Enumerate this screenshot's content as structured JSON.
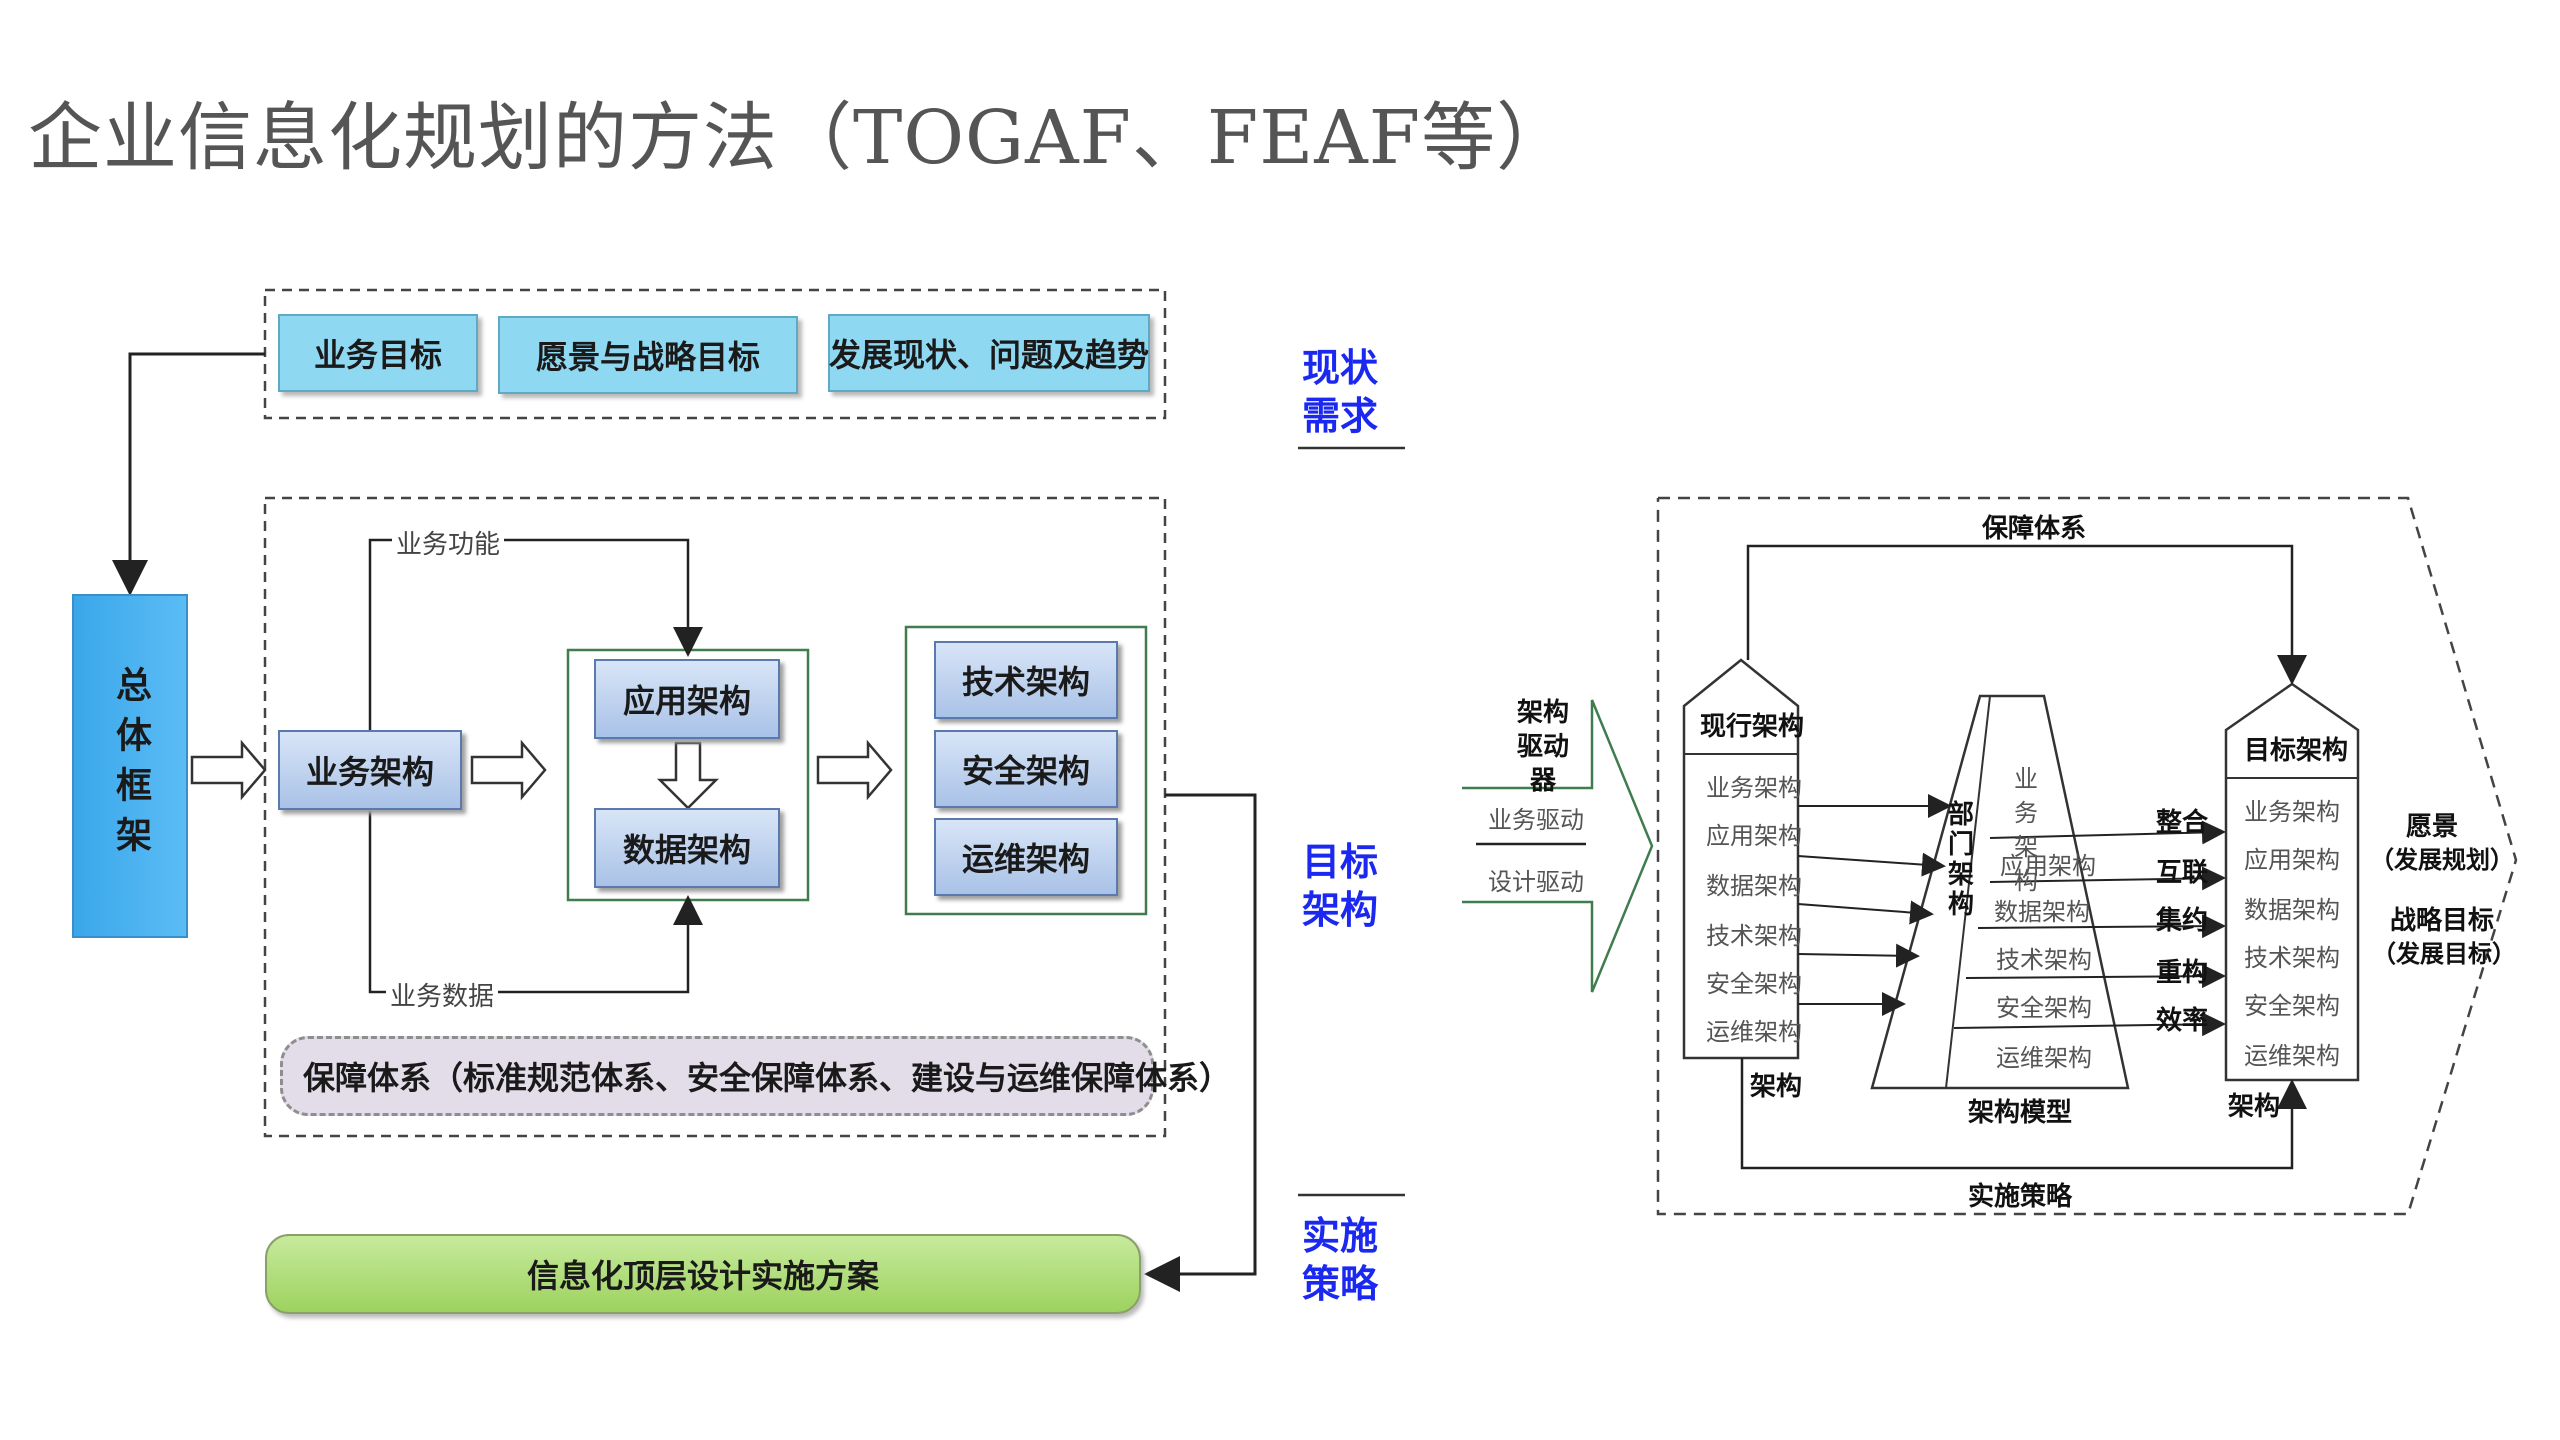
{
  "page_title": "企业信息化规划的方法（TOGAF、FEAF等）",
  "left_diagram": {
    "top_boxes": [
      "业务目标",
      "愿景与战略目标",
      "发展现状、问题及趋势"
    ],
    "framework": "总体框架",
    "business_arch": "业务架构",
    "business_function": "业务功能",
    "business_data": "业务数据",
    "app_arch": "应用架构",
    "data_arch": "数据架构",
    "tech_stack": [
      "技术架构",
      "安全架构",
      "运维架构"
    ],
    "guarantee": "保障体系（标准规范体系、安全保障体系、建设与运维保障体系）",
    "plan": "信息化顶层设计实施方案"
  },
  "side_labels": {
    "current": "现状需求",
    "target": "目标架构",
    "implement": "实施策略"
  },
  "right_diagram": {
    "guarantee": "保障体系",
    "driver": "架构驱动器",
    "driver_items": [
      "业务驱动",
      "设计驱动"
    ],
    "current_arch": "现行架构",
    "current_items": [
      "业务架构",
      "应用架构",
      "数据架构",
      "技术架构",
      "安全架构",
      "运维架构"
    ],
    "current_bottom": "架构",
    "dept": "部门架构",
    "pyramid_items": [
      "业务架构",
      "应用架构",
      "数据架构",
      "技术架构",
      "安全架构",
      "运维架构"
    ],
    "model": "架构模型",
    "actions": [
      "整合",
      "互联",
      "集约",
      "重构",
      "效率"
    ],
    "target_arch": "目标架构",
    "target_items": [
      "业务架构",
      "应用架构",
      "数据架构",
      "技术架构",
      "安全架构",
      "运维架构"
    ],
    "target_bottom": "架构",
    "vision": "愿景",
    "vision_sub": "（发展规划）",
    "strategy": "战略目标",
    "strategy_sub": "（发展目标）",
    "impl": "实施策略"
  }
}
